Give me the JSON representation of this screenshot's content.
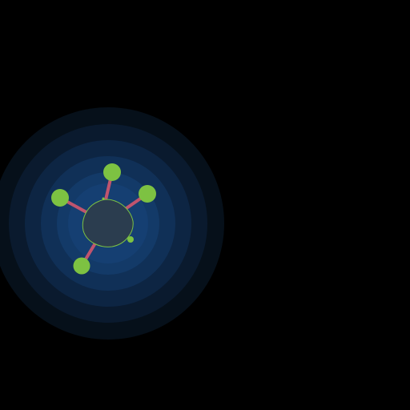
{
  "scene": {
    "background_color": "#000000",
    "aura": {
      "ring_colors": [
        "#06101a",
        "#0a1a2e",
        "#0d2543",
        "#103057",
        "#133a68",
        "#153f72"
      ],
      "ring_count": 6
    },
    "core": {
      "fill_color": "#2b3d4f",
      "outline_color": "#7dc242"
    },
    "tentacles": {
      "count": 4,
      "stalk_color": "#c0546e",
      "node_color": "#7dc242"
    },
    "loose_particles": {
      "count": 1,
      "color": "#7dc242"
    }
  }
}
